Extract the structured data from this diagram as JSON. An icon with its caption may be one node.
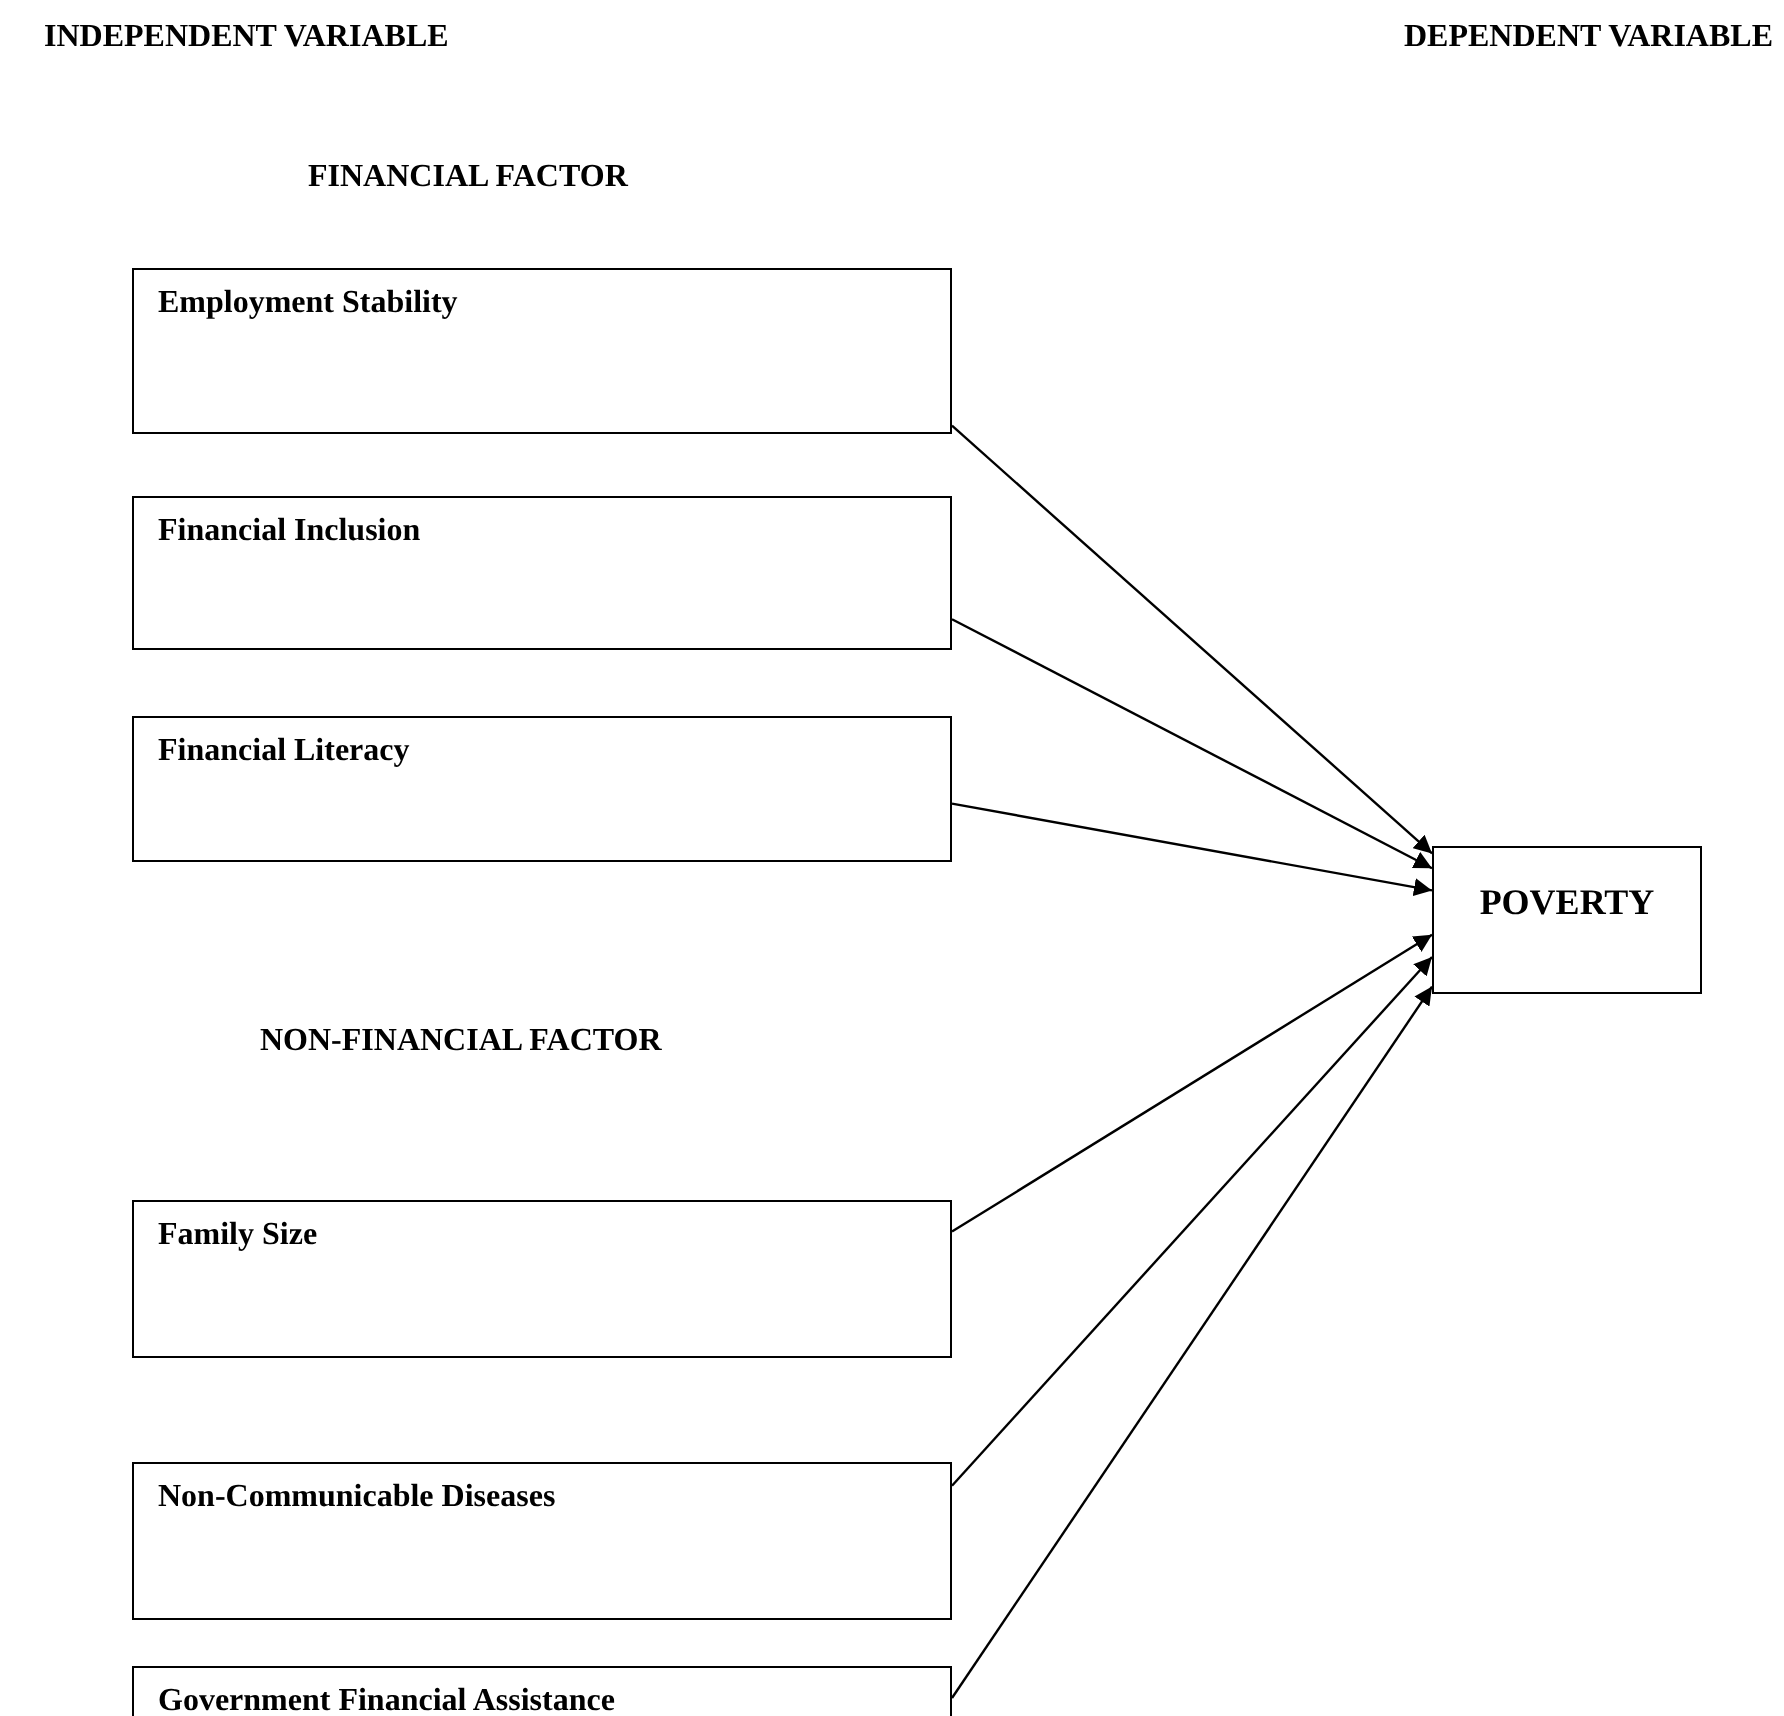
{
  "diagram": {
    "nodes": [
      {
        "text": [
          "Employment Stability"
        ]
      },
      {
        "text": [
          "Financial Inclusion"
        ]
      },
      {
        "text": [
          "Financial Literacy"
        ]
      },
      {
        "text": [
          "POVERTY"
        ]
      },
      {
        "text": [
          "Family Size"
        ]
      },
      {
        "text": [
          "Non-Communicable Diseases"
        ]
      },
      {
        "text": [
          "Government Financial Assistance"
        ]
      }
    ],
    "edges": [
      {
        "from": 0,
        "to": 3,
        "arrow": "to"
      },
      {
        "from": 1,
        "to": 3,
        "arrow": "to"
      },
      {
        "from": 2,
        "to": 3,
        "arrow": "to"
      },
      {
        "from": 4,
        "to": 3,
        "arrow": "to"
      },
      {
        "from": 5,
        "to": 3,
        "arrow": "to"
      },
      {
        "from": 6,
        "to": 3,
        "arrow": "to"
      }
    ],
    "labels": [
      "INDEPENDENT VARIABLE",
      "DEPENDENT VARIABLE",
      "FINANCIAL FACTOR",
      "NON-FINANCIAL FACTOR"
    ]
  }
}
